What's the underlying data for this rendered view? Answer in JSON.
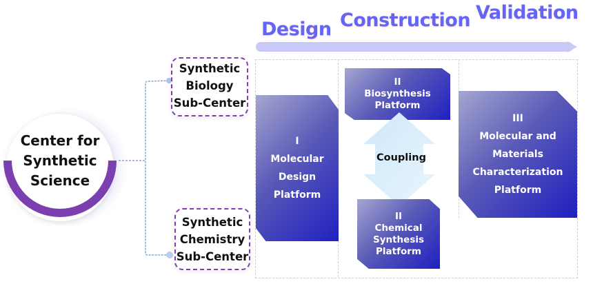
{
  "phases": {
    "design": "Design",
    "construction": "Construction",
    "validation": "Validation"
  },
  "center": {
    "lines": [
      "Center for",
      "Synthetic",
      "Science"
    ],
    "ring_color": "#7b3fb0"
  },
  "sub_centers": [
    {
      "lines": [
        "Synthetic",
        "Biology",
        "Sub-Center"
      ]
    },
    {
      "lines": [
        "Synthetic",
        "Chemistry",
        "Sub-Center"
      ]
    }
  ],
  "platforms": {
    "molecular_design": {
      "numeral": "I",
      "lines": [
        "Molecular",
        "Design",
        "Platform"
      ]
    },
    "biosynthesis": {
      "numeral": "II",
      "lines": [
        "Biosynthesis",
        "Platform"
      ]
    },
    "chemical_synthesis": {
      "numeral": "II",
      "lines": [
        "Chemical",
        "Synthesis",
        "Platform"
      ]
    },
    "characterization": {
      "numeral": "III",
      "lines": [
        "Molecular and",
        "Materials",
        "Characterization",
        "Platform"
      ]
    }
  },
  "coupling": {
    "label": "Coupling"
  },
  "colors": {
    "phase_text": "#6366f5",
    "timeline": "#c9c9f7",
    "platform_dark": "#2020c0",
    "platform_light": "#a5a6cf",
    "connector": "#7fa8dc",
    "sub_border": "#7b3fb0",
    "coupling_arrow": "#d6ecfb"
  }
}
